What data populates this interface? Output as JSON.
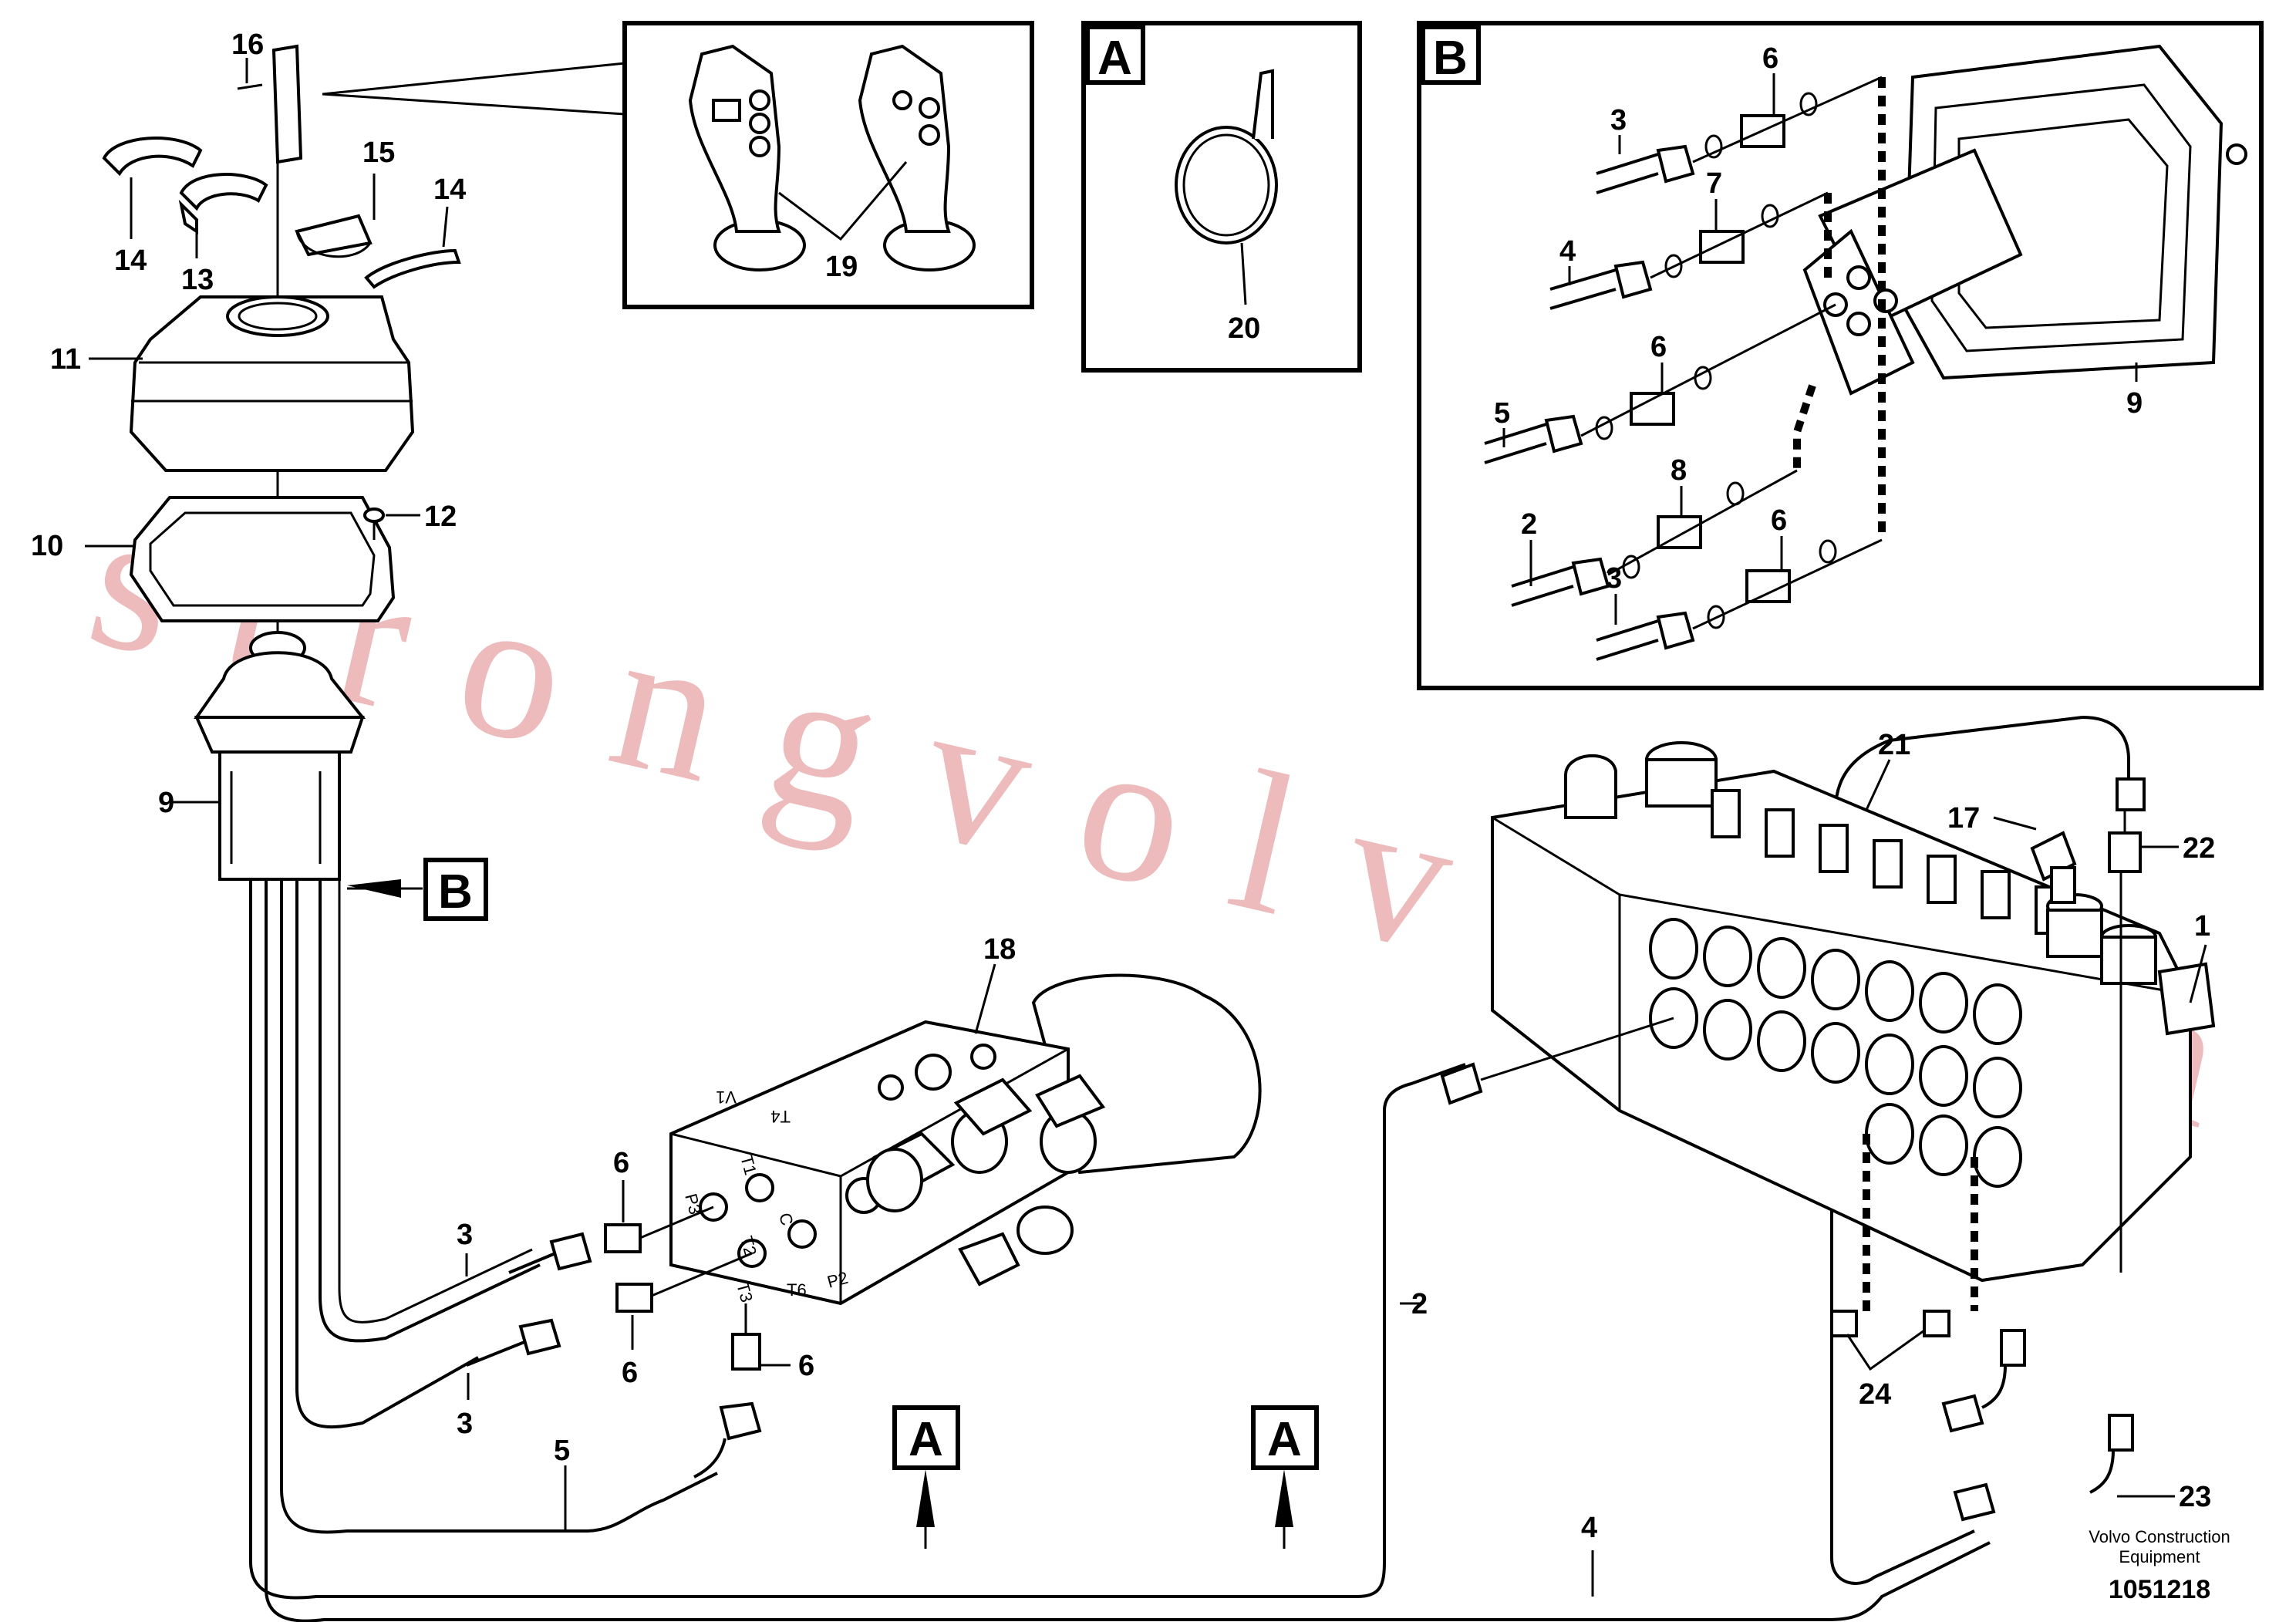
{
  "callouts": {
    "c1": "1",
    "c2": "2",
    "c3a": "3",
    "c3b": "3",
    "c4": "4",
    "c5": "5",
    "c6a": "6",
    "c6b": "6",
    "c6c": "6",
    "c9": "9",
    "c10": "10",
    "c11": "11",
    "c12": "12",
    "c13": "13",
    "c14a": "14",
    "c14b": "14",
    "c15": "15",
    "c16": "16",
    "c17": "17",
    "c18": "18",
    "c19": "19",
    "c21": "21",
    "c22": "22",
    "c23": "23",
    "c24": "24"
  },
  "detail_a": {
    "tag": "A",
    "c20": "20"
  },
  "detail_b": {
    "tag": "B",
    "c2": "2",
    "c3a": "3",
    "c3b": "3",
    "c4": "4",
    "c5": "5",
    "c6a": "6",
    "c6b": "6",
    "c6c": "6",
    "c7": "7",
    "c8": "8",
    "c9": "9"
  },
  "view_refs": {
    "b_ref": "B",
    "a_ref1": "A",
    "a_ref2": "A"
  },
  "ports": {
    "p3": "P3",
    "t1": "T1",
    "t2": "T2",
    "t3": "T3",
    "t4": "T4",
    "t6": "T6",
    "p2": "P2",
    "c": "C",
    "v1": "V1"
  },
  "watermark": "strongvolvo.com",
  "footer": {
    "line1": "Volvo Construction",
    "line2": "Equipment",
    "part_number": "1051218"
  }
}
